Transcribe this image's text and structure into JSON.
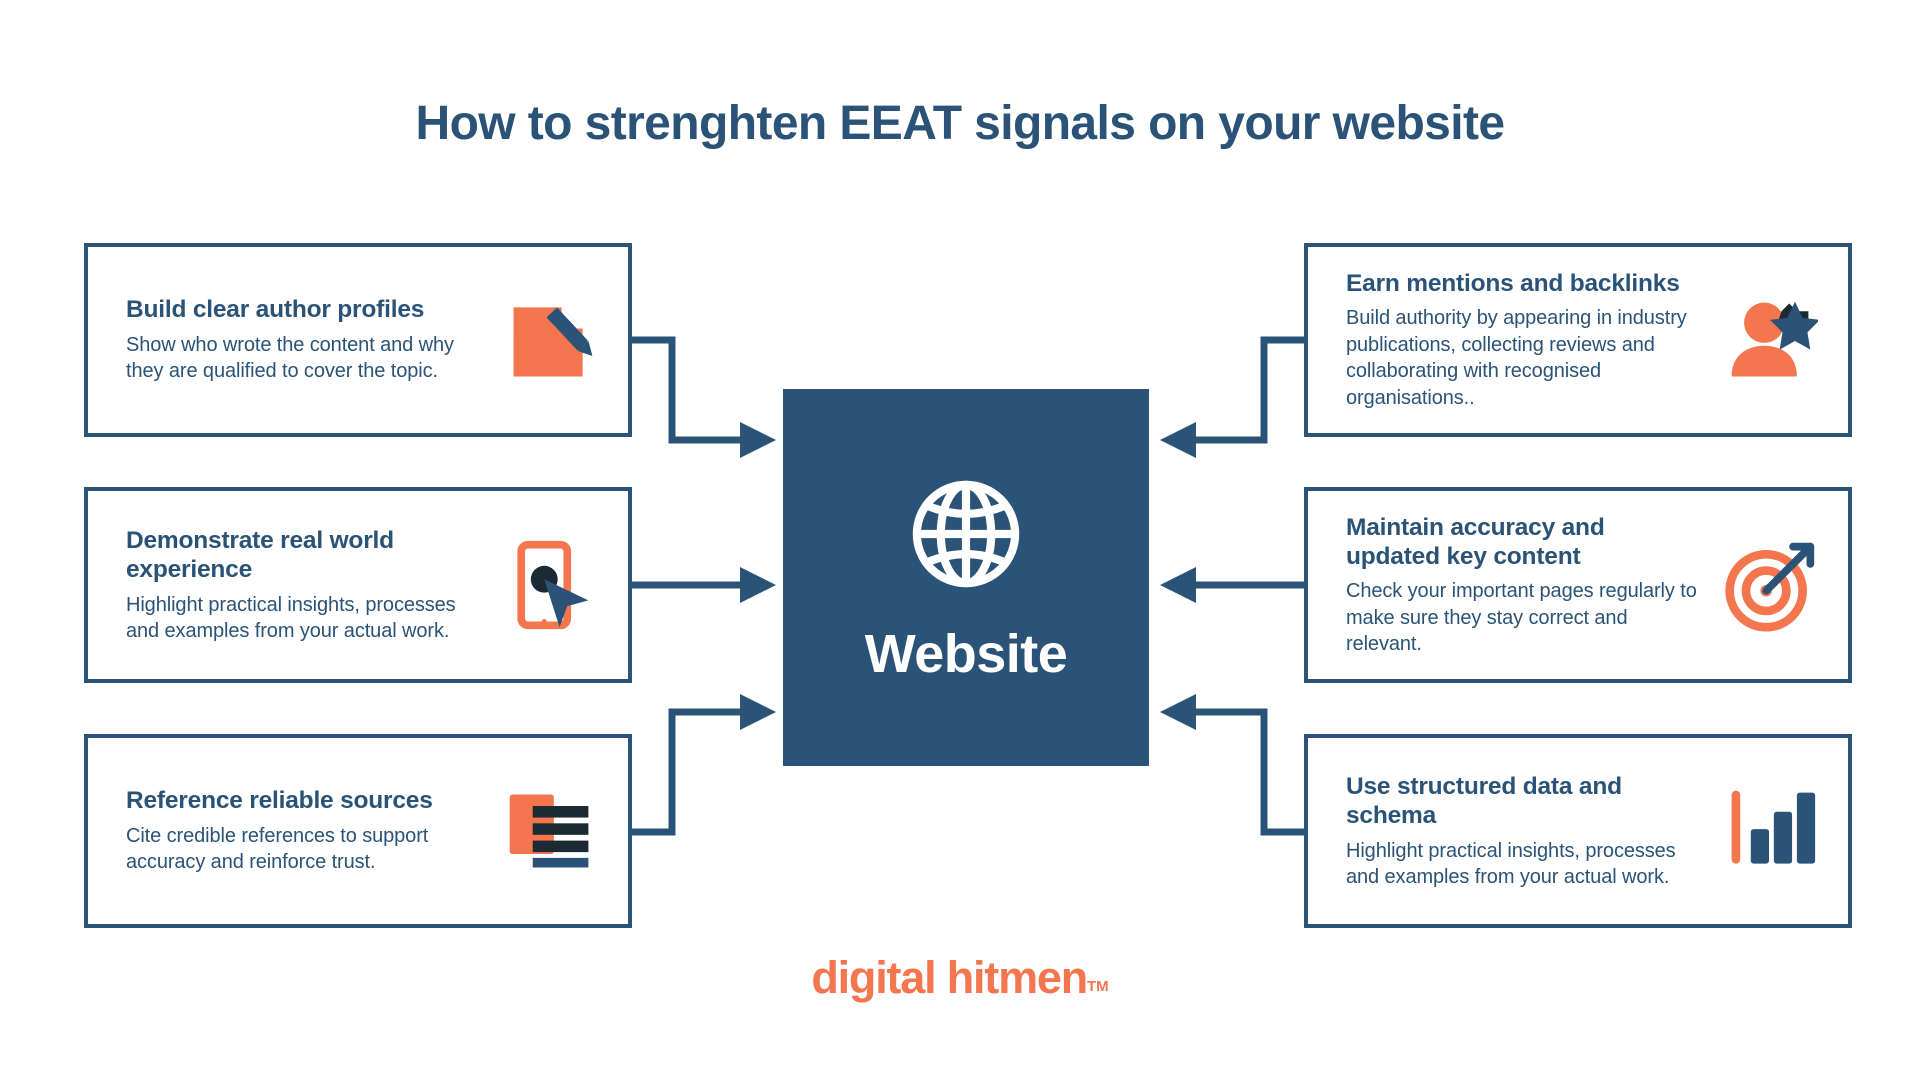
{
  "page": {
    "title": "How to strenghten EEAT signals on your website",
    "background": "#ffffff",
    "accent_navy": "#2a5377",
    "accent_orange": "#f4764f"
  },
  "hub": {
    "label": "Website",
    "icon": "globe-icon",
    "background": "#2a5377",
    "text_color": "#ffffff"
  },
  "left_cards": [
    {
      "id": "author",
      "title": "Build clear author profiles",
      "desc": "Show who wrote the content and why they are qualified to cover the topic.",
      "icon": "document-pencil-icon"
    },
    {
      "id": "experience",
      "title": "Demonstrate real world experience",
      "desc": "Highlight practical insights, processes and examples from your actual work.",
      "icon": "mobile-cursor-icon"
    },
    {
      "id": "sources",
      "title": "Reference reliable sources",
      "desc": "Cite credible references to support accuracy and reinforce trust.",
      "icon": "stacked-documents-icon"
    }
  ],
  "right_cards": [
    {
      "id": "backlinks",
      "title": "Earn mentions and backlinks",
      "desc": "Build authority by appearing in industry publications, collecting reviews and collaborating with recognised organisations..",
      "icon": "person-star-icon"
    },
    {
      "id": "accuracy",
      "title": "Maintain accuracy and updated key content",
      "desc": "Check your important pages regularly to make sure they stay correct and relevant.",
      "icon": "target-dart-icon"
    },
    {
      "id": "schema",
      "title": "Use structured data and schema",
      "desc": "Highlight practical insights, processes and examples from your actual work.",
      "icon": "bar-chart-icon"
    }
  ],
  "logo": {
    "text": "digital hitmen",
    "trademark": "TM"
  }
}
